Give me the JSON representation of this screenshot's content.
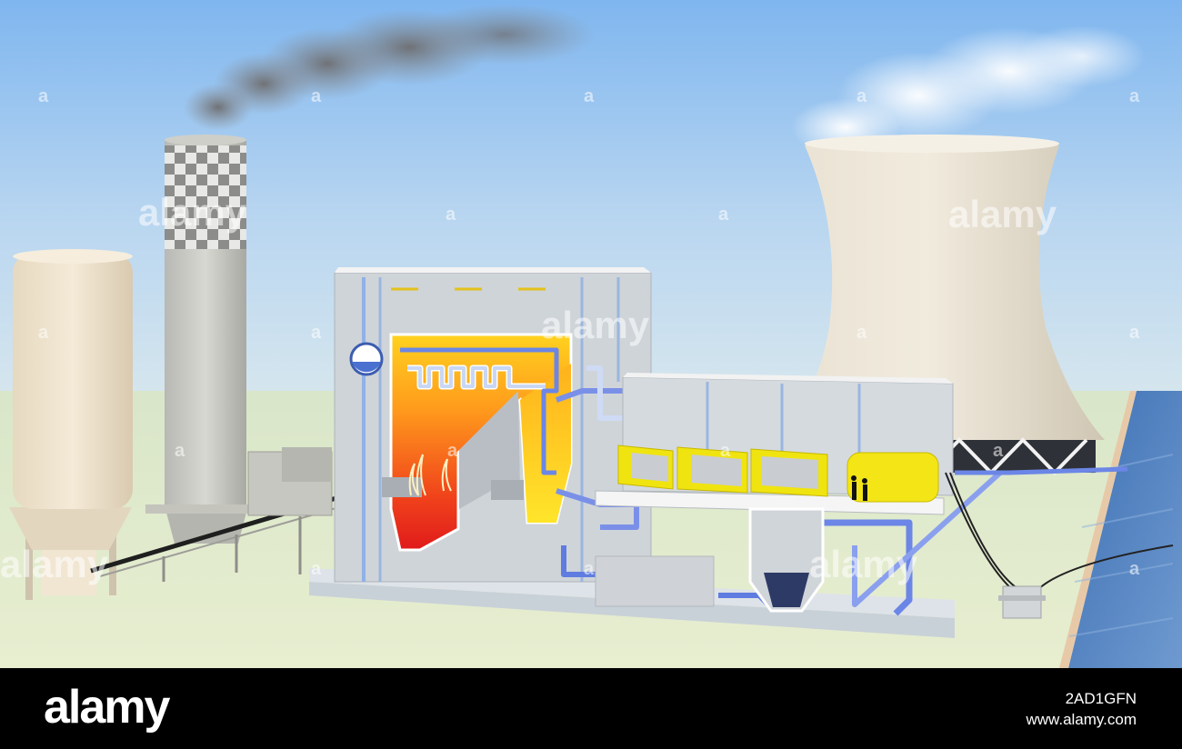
{
  "watermark": {
    "text": "alamy",
    "small_mark": "a"
  },
  "footer": {
    "brand": "alamy",
    "image_id": "2AD1GFN",
    "url": "www.alamy.com"
  },
  "scene": {
    "elements": [
      {
        "name": "storage-silo"
      },
      {
        "name": "chimney-stack"
      },
      {
        "name": "coal-conveyor"
      },
      {
        "name": "boiler-house"
      },
      {
        "name": "steam-drum"
      },
      {
        "name": "furnace-flames"
      },
      {
        "name": "steam-turbines"
      },
      {
        "name": "generator"
      },
      {
        "name": "cooling-tower"
      },
      {
        "name": "transformer"
      },
      {
        "name": "river"
      }
    ]
  }
}
